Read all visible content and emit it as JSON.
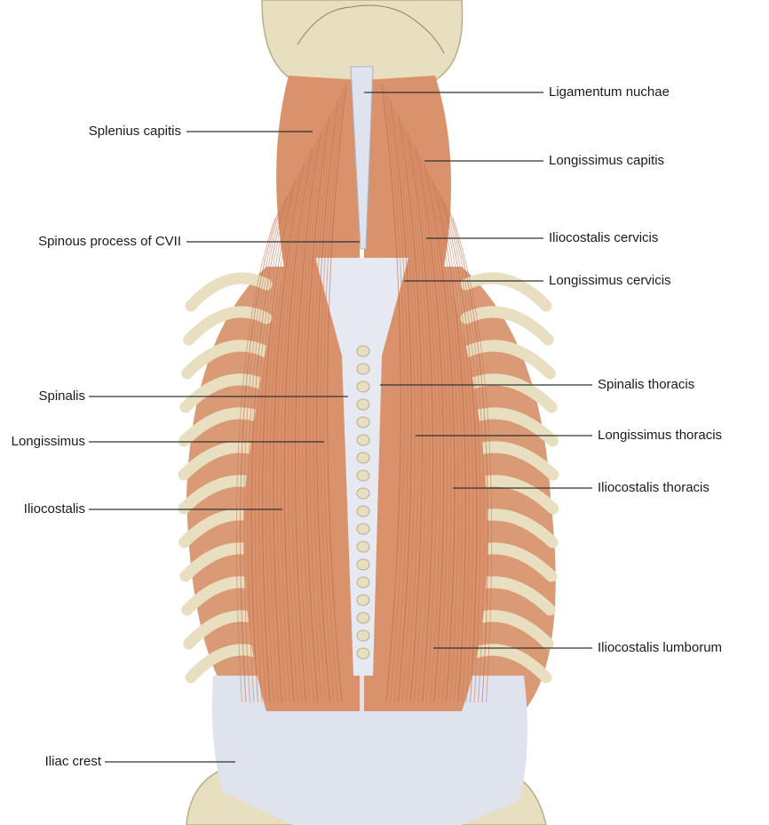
{
  "figure": {
    "colors": {
      "bone": "#e8dfc0",
      "bone_shadow": "#b9ad86",
      "muscle": "#d9926b",
      "muscle_dark": "#b5603f",
      "fascia": "#dfe3ee",
      "fascia_line": "#aab3cc",
      "leader": "#333333"
    },
    "labels_left": [
      "Splenius capitis",
      "Spinous process of CVII",
      "Spinalis",
      "Longissimus",
      "Iliocostalis",
      "Iliac crest"
    ],
    "labels_right": [
      "Ligamentum nuchae",
      "Longissimus capitis",
      "Iliocostalis cervicis",
      "Longissimus cervicis",
      "Spinalis thoracis",
      "Longissimus thoracis",
      "Iliocostalis thoracis",
      "Iliocostalis lumborum"
    ]
  }
}
